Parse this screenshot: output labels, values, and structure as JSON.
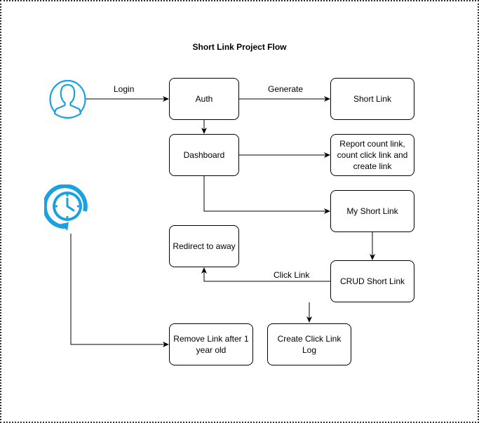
{
  "diagram": {
    "title": "Short Link Project Flow",
    "nodes": {
      "auth": "Auth",
      "short_link": "Short Link",
      "dashboard": "Dashboard",
      "report": "Report count link, count click link and create link",
      "my_short_link": "My Short Link",
      "redirect": "Redirect to away",
      "crud": "CRUD Short Link",
      "remove_link": "Remove Link after 1 year old",
      "click_log": "Create Click Link Log"
    },
    "edge_labels": {
      "login": "Login",
      "generate": "Generate",
      "click_link": "Click Link"
    },
    "icons": {
      "user": "user-icon",
      "scheduler": "clock-icon"
    },
    "colors": {
      "icon": "#1ba1e2",
      "line": "#000000"
    }
  }
}
